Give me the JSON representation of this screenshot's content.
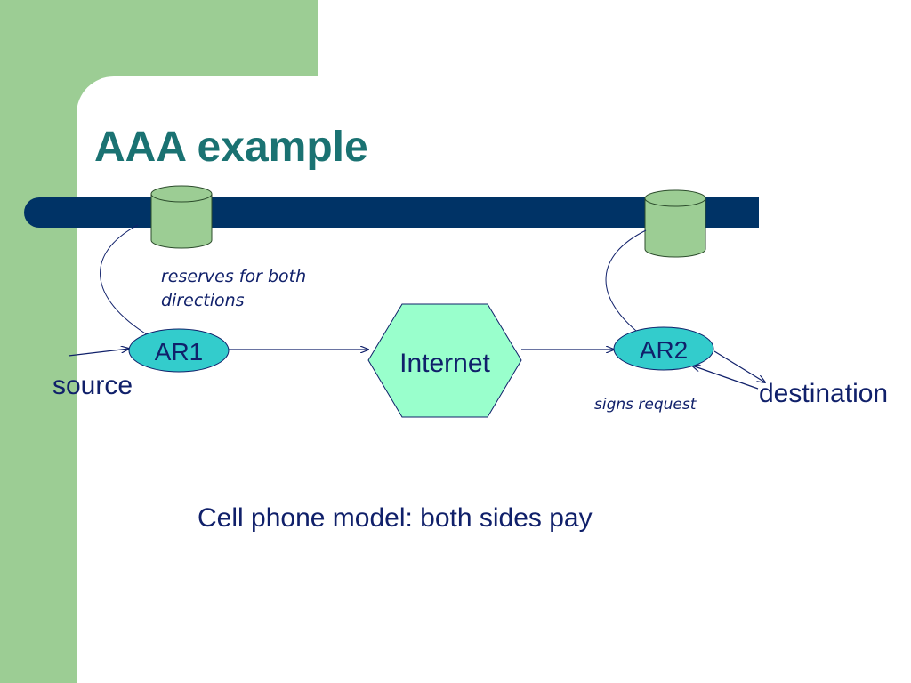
{
  "slide": {
    "title": "AAA example",
    "caption": "Cell phone model: both sides pay"
  },
  "diagram": {
    "nodes": {
      "ar1": "AR1",
      "ar2": "AR2",
      "internet": "Internet",
      "source": "source",
      "destination": "destination"
    },
    "notes": {
      "reserves_line1": "reserves for both",
      "reserves_line2": "directions",
      "signs_request": "signs request"
    }
  },
  "colors": {
    "accent_green": "#9ccd94",
    "title_teal": "#1a7272",
    "bar_navy": "#003366",
    "router_fill": "#33cccc",
    "internet_fill": "#99ffcc",
    "text_navy": "#10206a"
  }
}
